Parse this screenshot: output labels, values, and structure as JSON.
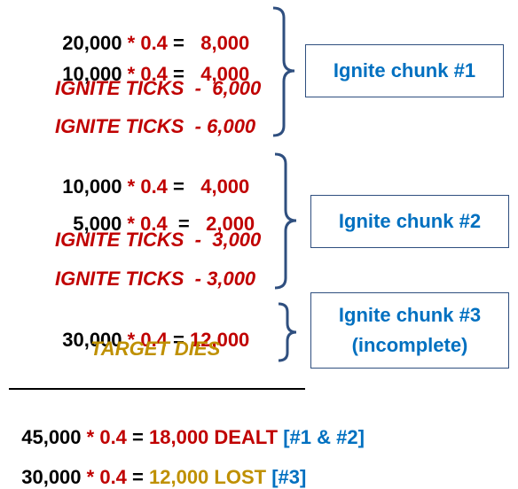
{
  "chunk1": {
    "row1": {
      "a": "20,000",
      "op": " * ",
      "k": "0.4",
      "eq": " =   ",
      "r": "8,000"
    },
    "row2": {
      "a": "10,000",
      "op": " * ",
      "k": "0.4",
      "eq": " =   ",
      "r": "4,000"
    },
    "tick1": "IGNITE TICKS  -  6,000",
    "tick2": "IGNITE TICKS  - 6,000",
    "label": "Ignite chunk #1"
  },
  "chunk2": {
    "row1": {
      "a": "10,000",
      "op": " * ",
      "k": "0.4",
      "eq": " =   ",
      "r": "4,000"
    },
    "row2": {
      "a": "5,000",
      "op": " * ",
      "k": "0.4",
      "eq": "  =   ",
      "r": "2,000"
    },
    "tick1": "IGNITE TICKS  -  3,000",
    "tick2": "IGNITE TICKS  - 3,000",
    "label": "Ignite chunk #2"
  },
  "chunk3": {
    "row1": {
      "a": "30,000",
      "op": " * ",
      "k": "0.4",
      "eq": " = ",
      "r": "12,000"
    },
    "status": "TARGET DIES",
    "label_line1": "Ignite chunk #3",
    "label_line2": "(incomplete)"
  },
  "summary": {
    "dealt": {
      "a": "45,000",
      "op": " * ",
      "k": "0.4",
      "eq": " = ",
      "r": "18,000 DEALT",
      "tag": " [#1 & #2]"
    },
    "lost": {
      "a": "30,000",
      "op": " * ",
      "k": "0.4",
      "eq": " = ",
      "r": "12,000 LOST",
      "tag": " [#3]"
    }
  },
  "colors": {
    "red": "#c00000",
    "blue": "#0070c0",
    "gold": "#bf9000",
    "brace": "#2f4f7f"
  }
}
